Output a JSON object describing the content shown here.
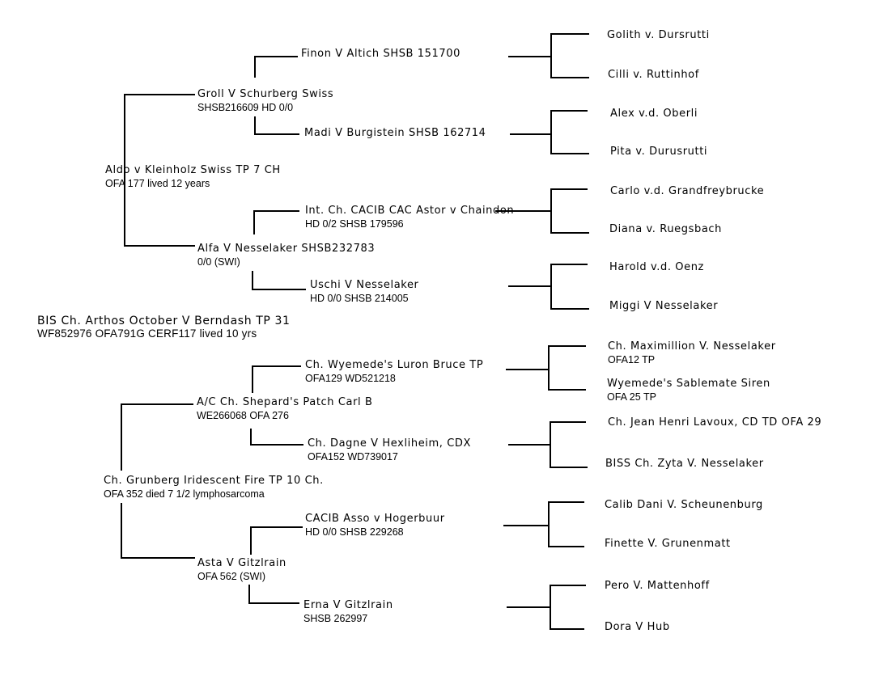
{
  "subject": {
    "name": "BIS Ch. Arthos October V Berndash TP 31",
    "info": "WF852976 OFA791G CERF117 lived 10 yrs"
  },
  "sire": {
    "name": "Aldo v Kleinholz Swiss TP 7 CH",
    "info": "OFA 177 lived 12 years"
  },
  "dam": {
    "name": "Ch. Grunberg Iridescent Fire TP 10 Ch.",
    "info": "OFA 352  died 7 1/2 lymphosarcoma"
  },
  "grandparents": [
    {
      "name": "Groll V Schurberg Swiss",
      "info": "SHSB216609 HD 0/0"
    },
    {
      "name": "Alfa V Nesselaker SHSB232783",
      "info": "0/0 (SWI)"
    },
    {
      "name": "A/C Ch. Shepard's Patch Carl B",
      "info": "WE266068 OFA 276"
    },
    {
      "name": "Asta V Gitzlrain",
      "info": "OFA 562 (SWI)"
    }
  ],
  "great_grandparents": [
    {
      "name": "Finon V Altich SHSB 151700",
      "info": ""
    },
    {
      "name": "Madi V Burgistein SHSB 162714",
      "info": ""
    },
    {
      "name": "Int. Ch. CACIB CAC Astor v Chaindon",
      "info": "HD 0/2 SHSB 179596"
    },
    {
      "name": "Uschi V Nesselaker",
      "info": "HD 0/0  SHSB 214005"
    },
    {
      "name": "Ch. Wyemede's Luron Bruce TP",
      "info": "OFA129  WD521218"
    },
    {
      "name": "Ch. Dagne V Hexliheim, CDX",
      "info": "OFA152  WD739017"
    },
    {
      "name": "CACIB Asso v Hogerbuur",
      "info": "HD 0/0 SHSB 229268"
    },
    {
      "name": "Erna V Gitzlrain",
      "info": "SHSB 262997"
    }
  ],
  "great_great_grandparents": [
    {
      "name": "Golith v. Dursrutti",
      "info": ""
    },
    {
      "name": "Cilli v. Ruttinhof",
      "info": ""
    },
    {
      "name": "Alex v.d. Oberli",
      "info": ""
    },
    {
      "name": "Pita v. Durusrutti",
      "info": ""
    },
    {
      "name": "Carlo v.d. Grandfreybrucke",
      "info": ""
    },
    {
      "name": "Diana v. Ruegsbach",
      "info": ""
    },
    {
      "name": "Harold v.d. Oenz",
      "info": ""
    },
    {
      "name": "Miggi V Nesselaker",
      "info": ""
    },
    {
      "name": "Ch. Maximillion V. Nesselaker",
      "info": "OFA12 TP"
    },
    {
      "name": "Wyemede's Sablemate Siren",
      "info": "OFA 25 TP"
    },
    {
      "name": "Ch. Jean Henri Lavoux, CD TD OFA 29",
      "info": ""
    },
    {
      "name": "BISS Ch. Zyta V. Nesselaker",
      "info": ""
    },
    {
      "name": "Calib Dani V. Scheunenburg",
      "info": ""
    },
    {
      "name": "Finette V. Grunenmatt",
      "info": ""
    },
    {
      "name": "Pero V. Mattenhoff",
      "info": ""
    },
    {
      "name": "Dora V Hub",
      "info": ""
    }
  ]
}
